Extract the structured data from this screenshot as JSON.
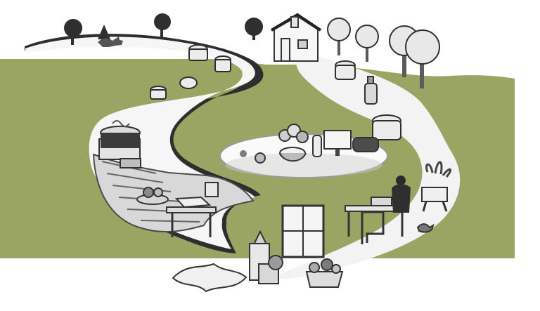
{
  "image": {
    "style": "grayscale sketch illustration with olive green ground",
    "palette": {
      "background": "#ffffff",
      "ground": "#9aa564",
      "path_light": "#f6f6f6",
      "path_dark": "#2e2e2e",
      "ink": "#222222",
      "wood": "#cfcfcf",
      "shadow": "#8f8f8f"
    },
    "visible_text": []
  },
  "scene": {
    "groups": [
      {
        "name": "upper-winding-path",
        "items": [
          "trees",
          "dog",
          "cooking-pots",
          "pans"
        ]
      },
      {
        "name": "kitchen-stage",
        "items": [
          "stove",
          "pot",
          "cutting-board",
          "spices"
        ]
      },
      {
        "name": "home-and-garden",
        "items": [
          "small-house",
          "trees",
          "spray-bottle",
          "pot"
        ]
      },
      {
        "name": "middle-table",
        "items": [
          "flower-bowl",
          "monitor",
          "bottle",
          "bag",
          "fruit"
        ]
      },
      {
        "name": "workspace",
        "items": [
          "person-at-laptop",
          "desk",
          "chair",
          "plants",
          "bird"
        ]
      },
      {
        "name": "front-objects",
        "items": [
          "cabinet",
          "window-frame",
          "fabric",
          "basket",
          "blocks"
        ]
      }
    ]
  }
}
